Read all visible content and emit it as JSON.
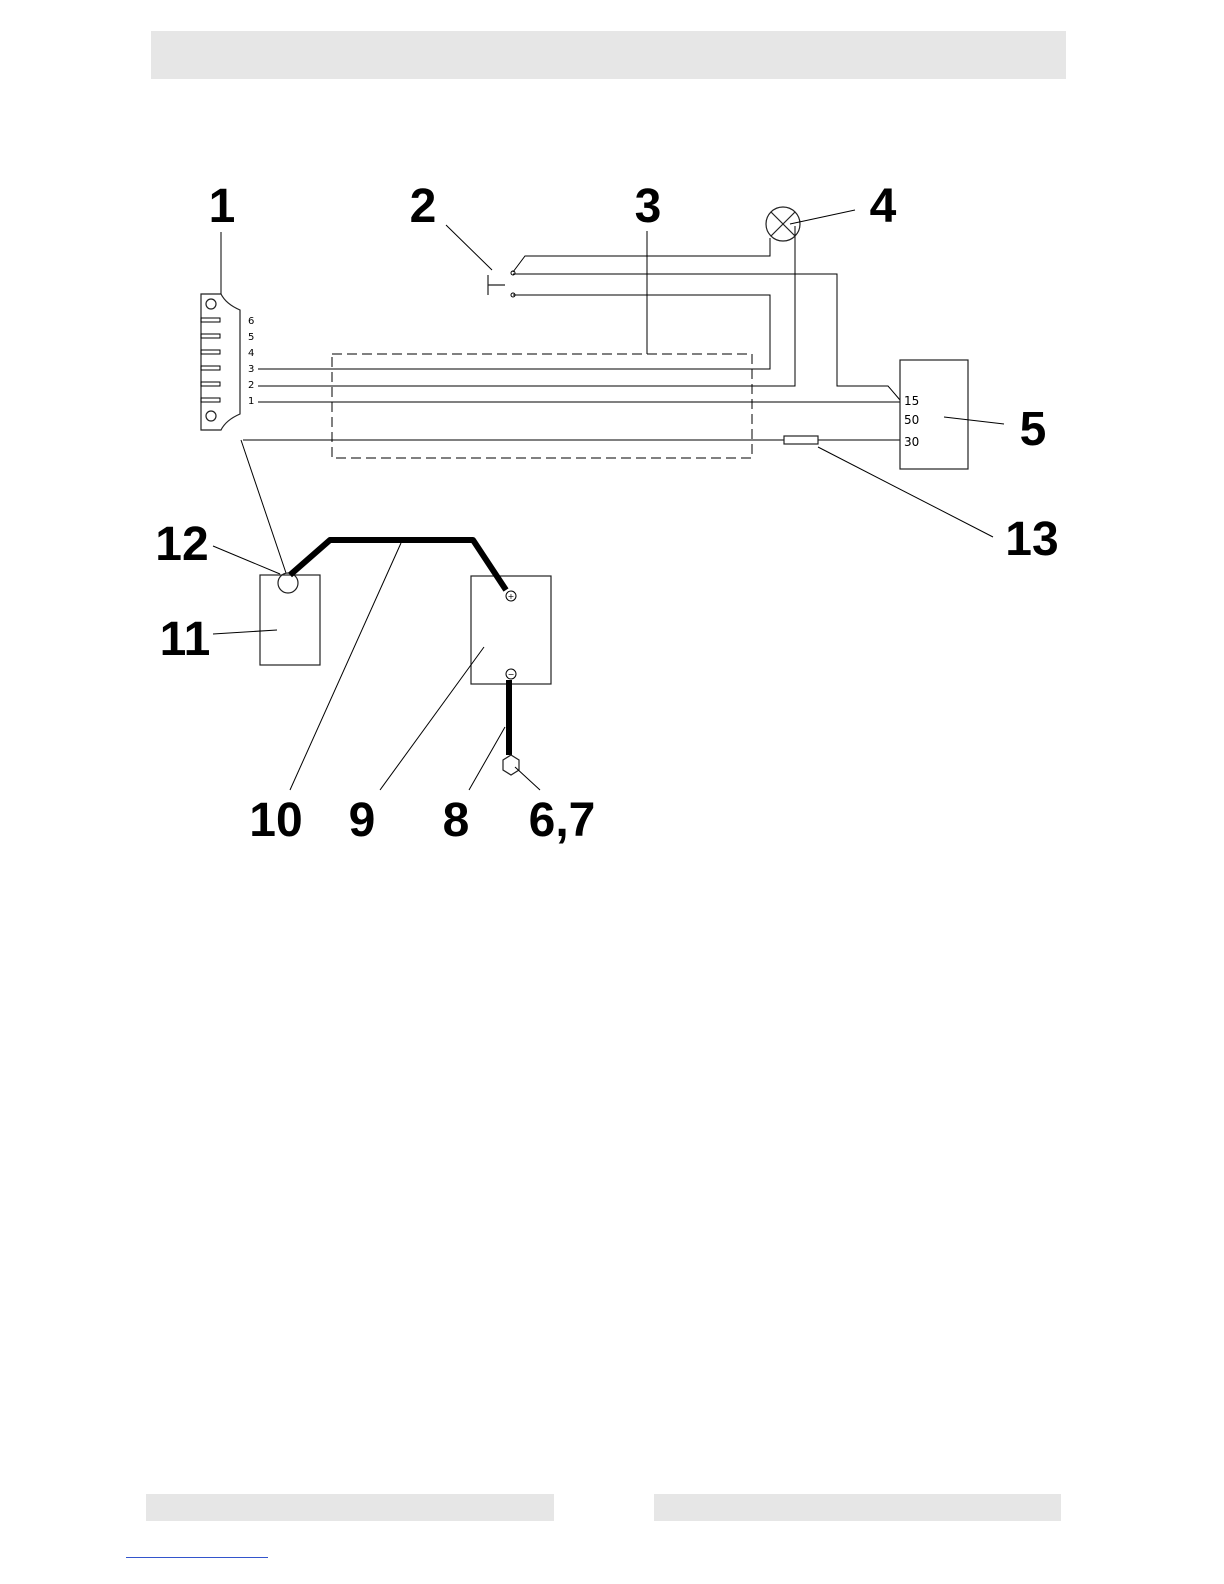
{
  "callouts": {
    "c1": "1",
    "c2": "2",
    "c3": "3",
    "c4": "4",
    "c5": "5",
    "c6_7": "6,7",
    "c8": "8",
    "c9": "9",
    "c10": "10",
    "c11": "11",
    "c12": "12",
    "c13": "13"
  },
  "connector_pins": [
    "6",
    "5",
    "4",
    "3",
    "2",
    "1"
  ],
  "key_switch_terminals": [
    "15",
    "50",
    "30"
  ],
  "battery_symbols": {
    "positive": "+",
    "negative": "−"
  }
}
